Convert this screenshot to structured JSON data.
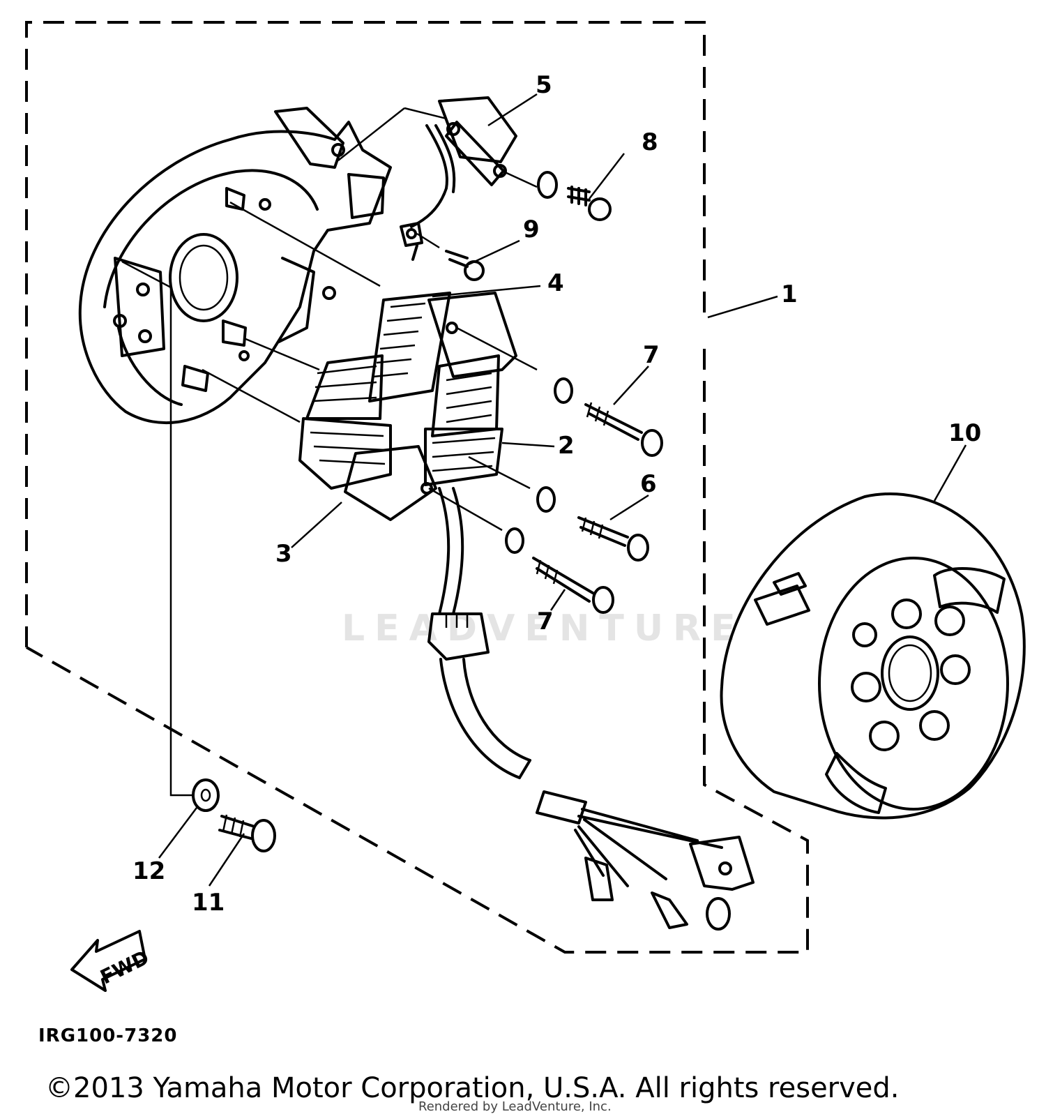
{
  "diagram_code": "IRG100-7320",
  "copyright": "©2013 Yamaha Motor Corporation, U.S.A. All rights reserved.",
  "rendered_by": "Rendered by LeadVenture, Inc.",
  "watermark": "LEADVENTURE",
  "fwd_label": "FWD",
  "callouts": {
    "c1": "1",
    "c2": "2",
    "c3": "3",
    "c4": "4",
    "c5": "5",
    "c6": "6",
    "c7a": "7",
    "c7b": "7",
    "c8": "8",
    "c9": "9",
    "c10": "10",
    "c11": "11",
    "c12": "12"
  }
}
